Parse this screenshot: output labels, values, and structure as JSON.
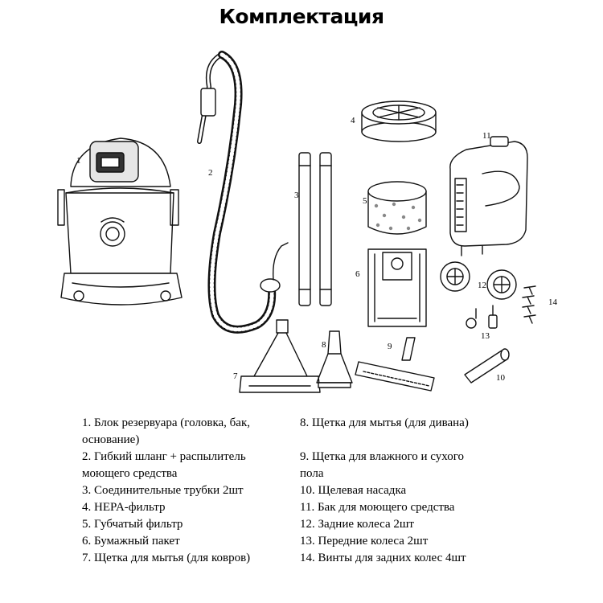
{
  "title": "Комплектация",
  "callouts": [
    "1",
    "2",
    "3",
    "4",
    "5",
    "6",
    "7",
    "8",
    "9",
    "10",
    "11",
    "12",
    "13",
    "14"
  ],
  "legend_left": [
    "1. Блок резервуара  (головка, бак,",
    "основание)",
    "2. Гибкий шланг + распылитель",
    "моющего средства",
    "3. Соединительные трубки 2шт",
    "4. HEPA-фильтр",
    "5. Губчатый фильтр",
    "6. Бумажный пакет",
    "7. Щетка для мытья (для ковров)"
  ],
  "legend_right": [
    "8. Щетка для мытья (для дивана)",
    "",
    "9. Щетка для влажного  и сухого",
    "пола",
    "10. Щелевая насадка",
    "11. Бак для моющего  средства",
    "12. Задние колеса 2шт",
    "13. Передние  колеса 2шт",
    "14. Винты для задних колес 4шт"
  ]
}
